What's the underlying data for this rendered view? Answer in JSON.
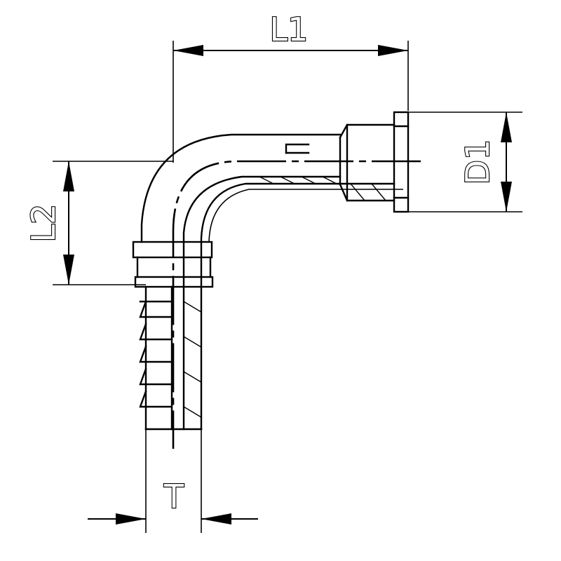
{
  "labels": {
    "l1": "L1",
    "l2": "L2",
    "d1": "D1",
    "t": "T"
  },
  "colors": {
    "line": "#000000",
    "background": "#ffffff"
  }
}
